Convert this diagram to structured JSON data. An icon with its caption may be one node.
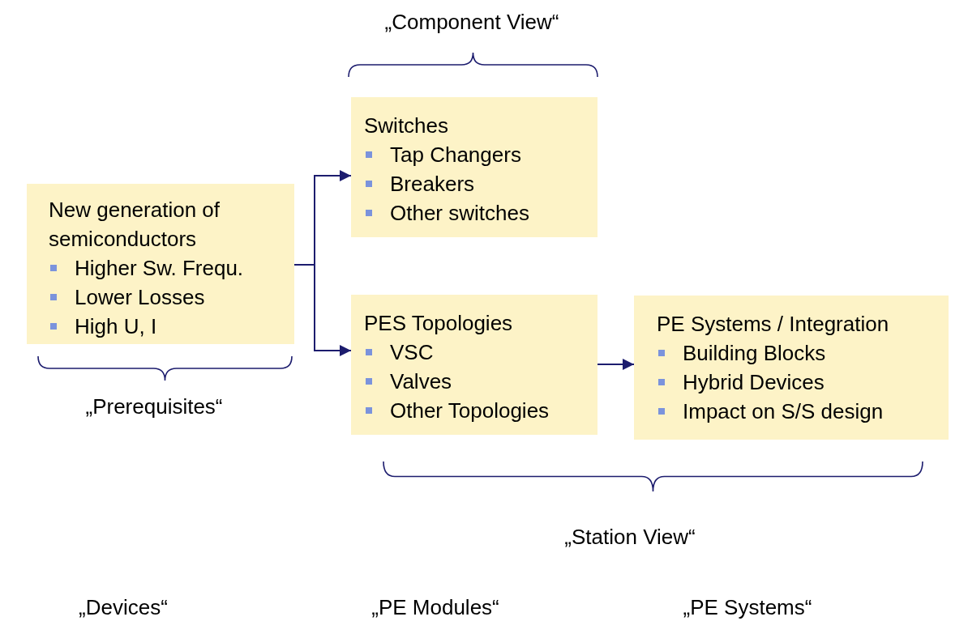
{
  "diagram": {
    "nodes": [
      {
        "text": [
          "New generation of semiconductors",
          "Higher Sw. Frequ.",
          "Lower Losses",
          "High U, I"
        ]
      },
      {
        "text": [
          "Switches",
          "Tap Changers",
          "Breakers",
          "Other switches"
        ]
      },
      {
        "text": [
          "PES Topologies",
          "VSC",
          "Valves",
          "Other Topologies"
        ]
      },
      {
        "text": [
          "PE Systems / Integration",
          "Building Blocks",
          "Hybrid Devices",
          "Impact on S/S design"
        ]
      }
    ],
    "edges": [
      {
        "from": 0,
        "to": 1,
        "arrow": "to"
      },
      {
        "from": 0,
        "to": 2,
        "arrow": "to"
      },
      {
        "from": 2,
        "to": 3,
        "arrow": "to"
      }
    ],
    "labels": [
      "„Component View“",
      "„Prerequisites“",
      "„Station View“",
      "„Devices“",
      "„PE Modules“",
      "„PE Systems“"
    ]
  }
}
